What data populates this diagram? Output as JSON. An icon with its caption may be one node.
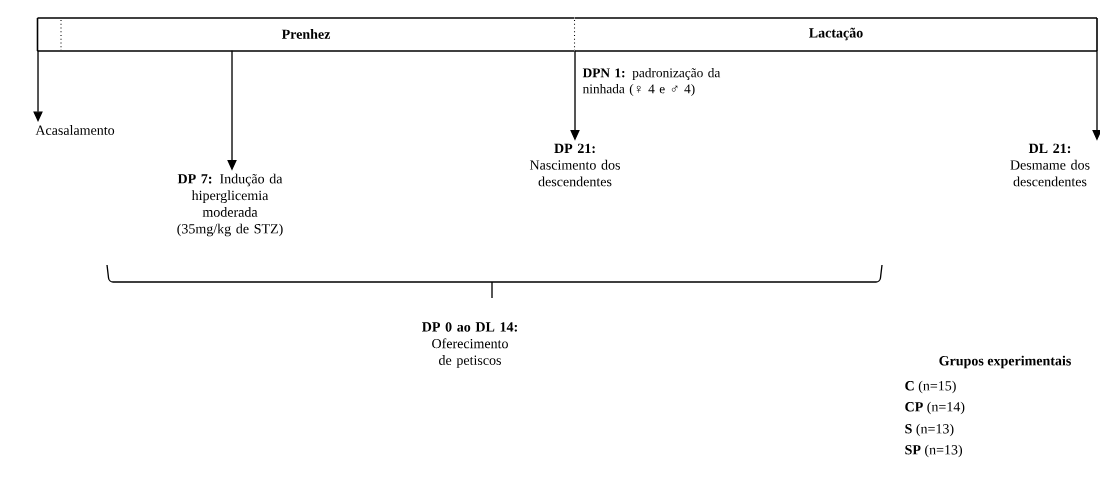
{
  "diagram": {
    "nodes": [
      {
        "text": [
          "Prenhez"
        ]
      },
      {
        "text": [
          "Lactação"
        ]
      },
      {
        "text": [
          "Acasalamento"
        ]
      },
      {
        "text": [
          "**DP 7:** Indução da hiperglicemia moderada (35mg/kg de STZ)"
        ]
      },
      {
        "text": [
          "DP 21:",
          "Nascimento dos descendentes"
        ]
      },
      {
        "text": [
          "DL 21:",
          "Desmame dos descendentes"
        ]
      },
      {
        "text": [
          "DP 0 ao DL 14:",
          "Oferecimento de petiscos"
        ]
      }
    ],
    "edges": [
      {
        "from": 0,
        "to": 2,
        "arrow": "to"
      },
      {
        "from": 0,
        "to": 3,
        "arrow": "to"
      },
      {
        "from": 1,
        "to": 4,
        "arrow": "to",
        "label": "**DPN 1:** padronização da ninhada (♀ 4 e ♂ 4)"
      },
      {
        "from": 1,
        "to": 5,
        "arrow": "to"
      }
    ],
    "labels": [
      "Grupos experimentais",
      "**C** (n=15)",
      "**CP** (n=14)",
      "**S** (n=13)",
      "**SP** (n=13)"
    ]
  }
}
